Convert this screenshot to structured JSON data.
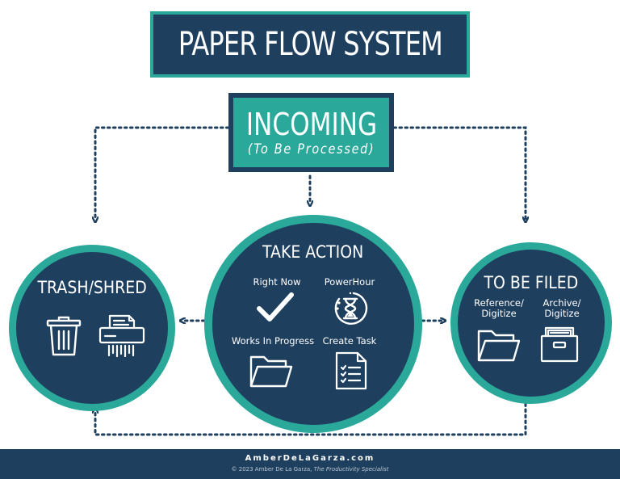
{
  "title": "PAPER FLOW SYSTEM",
  "incoming": {
    "title": "INCOMING",
    "subtitle": "(To Be Processed)"
  },
  "trash": {
    "heading": "TRASH/SHRED",
    "icons": [
      "trash-can-icon",
      "paper-shredder-icon"
    ]
  },
  "action": {
    "heading": "TAKE ACTION",
    "items": [
      {
        "label": "Right Now",
        "icon": "checkmark-icon"
      },
      {
        "label": "PowerHour",
        "icon": "hourglass-timer-icon"
      },
      {
        "label": "Works In Progress",
        "icon": "folder-icon"
      },
      {
        "label": "Create Task",
        "icon": "checklist-document-icon"
      }
    ]
  },
  "filed": {
    "heading": "TO BE FILED",
    "items": [
      {
        "label_line1": "Reference/",
        "label_line2": "Digitize",
        "icon": "folder-icon"
      },
      {
        "label_line1": "Archive/",
        "label_line2": "Digitize",
        "icon": "file-cabinet-drawer-icon"
      }
    ]
  },
  "footer": {
    "site": "AmberDeLaGarza.com",
    "copyright_prefix": "© 2023 Amber De La Garza, ",
    "copyright_italic": "The Productivity Specialist"
  },
  "colors": {
    "navy": "#1e3f5e",
    "teal": "#2aa89a",
    "white": "#ffffff"
  }
}
